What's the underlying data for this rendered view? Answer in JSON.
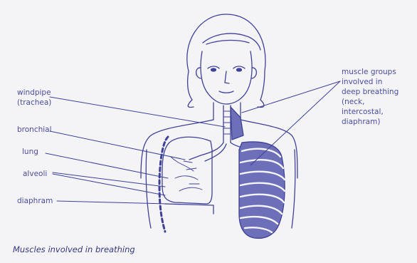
{
  "labels": {
    "windpipe": [
      "windpipe",
      "(trachea)"
    ],
    "bronchial": "bronchial",
    "lung": "lung",
    "alveoli": "alveoli",
    "diaphram": "diaphram",
    "muscles": [
      "muscle groups",
      "involved in",
      "deep breathing",
      "(neck,",
      "intercostal,",
      "diaphram)"
    ]
  },
  "caption": "Muscles involved in breathing",
  "colors": {
    "ink": "#3f4197",
    "fill": "#6d70b8",
    "background": "#f4f4f7",
    "label": "#4b4d9b"
  }
}
